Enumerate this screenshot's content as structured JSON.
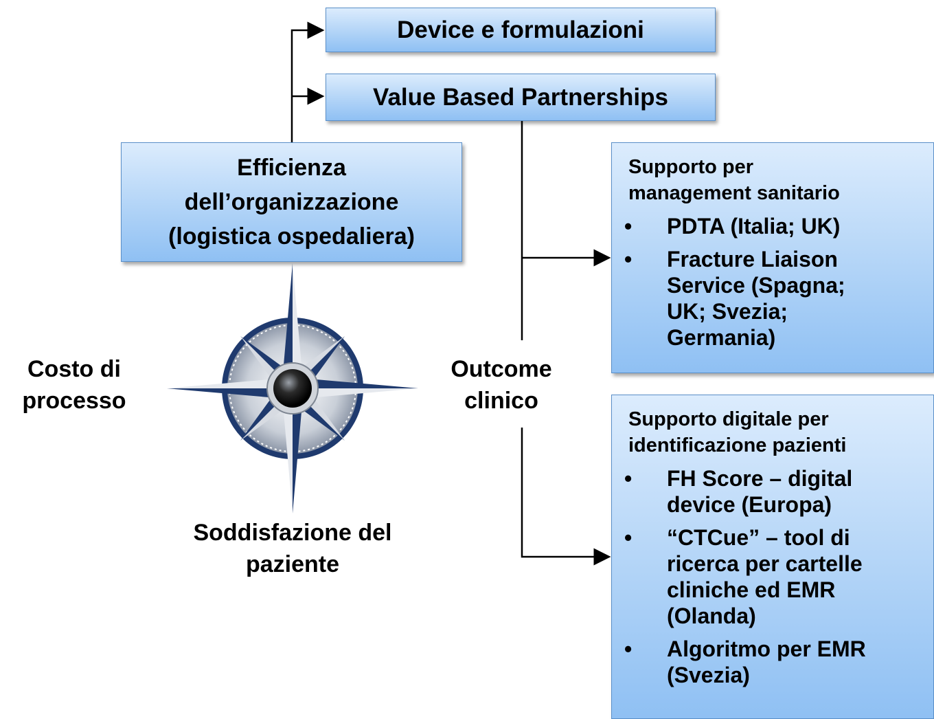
{
  "boxes": {
    "device": "Device e formulazioni",
    "vbp": "Value Based Partnerships",
    "efficienza": [
      "Efficienza",
      "dell’organizzazione",
      "(logistica ospedaliera)"
    ],
    "management": {
      "heading": [
        "Supporto per",
        "management sanitario"
      ],
      "items": [
        [
          "PDTA (Italia; UK)"
        ],
        [
          "Fracture Liaison",
          "Service (Spagna;",
          "UK; Svezia;",
          "Germania)"
        ]
      ]
    },
    "digitale": {
      "heading": [
        "Supporto digitale per",
        "identificazione pazienti"
      ],
      "items": [
        [
          "FH Score – digital",
          "device (Europa)"
        ],
        [
          "“CTCue” – tool di",
          "ricerca per cartelle",
          "cliniche ed EMR",
          "(Olanda)"
        ],
        [
          "Algoritmo per EMR",
          "(Svezia)"
        ]
      ]
    }
  },
  "labels": {
    "costo": [
      "Costo di",
      "processo"
    ],
    "outcome": [
      "Outcome",
      "clinico"
    ],
    "soddisfazione": [
      "Soddisfazione del",
      "paziente"
    ]
  },
  "bullet_char": "•",
  "colors": {
    "box_top": "#dcecfd",
    "box_bottom": "#8fc0f3",
    "box_border": "#5a8fc8",
    "compass_dark": "#1f3a6e",
    "compass_light": "#c9cfd8"
  }
}
